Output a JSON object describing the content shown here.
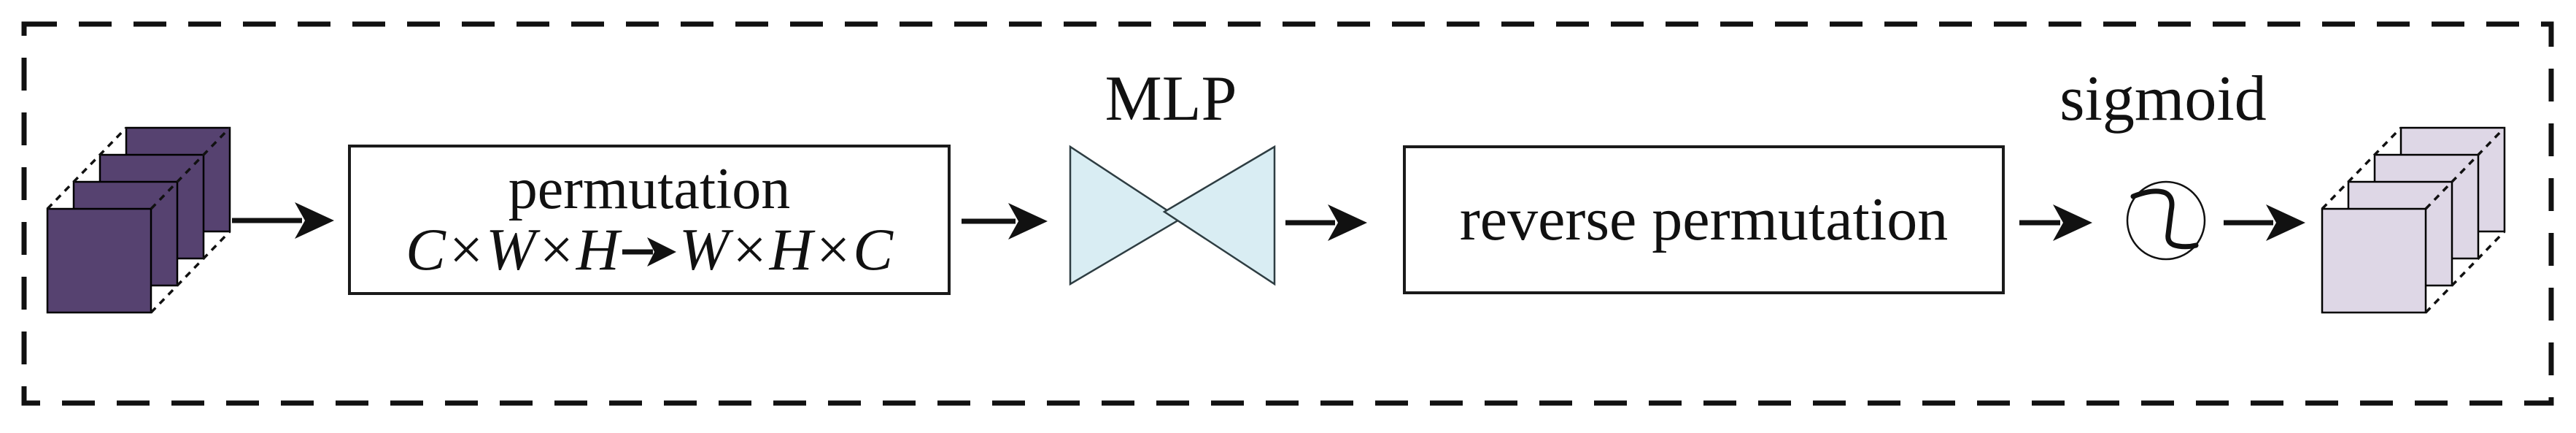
{
  "figure": {
    "input_tensor": {
      "layer_count": 4
    },
    "permutation_box": {
      "title": "permutation",
      "formula_left": "C×W×H",
      "formula_right": "W×H×C"
    },
    "mlp": {
      "label": "MLP"
    },
    "reverse_permutation_box": {
      "label": "reverse permutation"
    },
    "sigmoid": {
      "label": "sigmoid"
    },
    "output_tensor": {
      "layer_count": 4
    }
  },
  "colors": {
    "input_tensor_fill": "#564270",
    "output_tensor_fill": "#ded7e6",
    "mlp_fill": "#d9edf3",
    "line": "#111111"
  },
  "icons": {
    "flow_arrow": "right-arrow",
    "formula_arrow": "right-arrow",
    "sigmoid_curve": "s-curve-in-circle",
    "feature_map_stack": "stacked-planes"
  }
}
